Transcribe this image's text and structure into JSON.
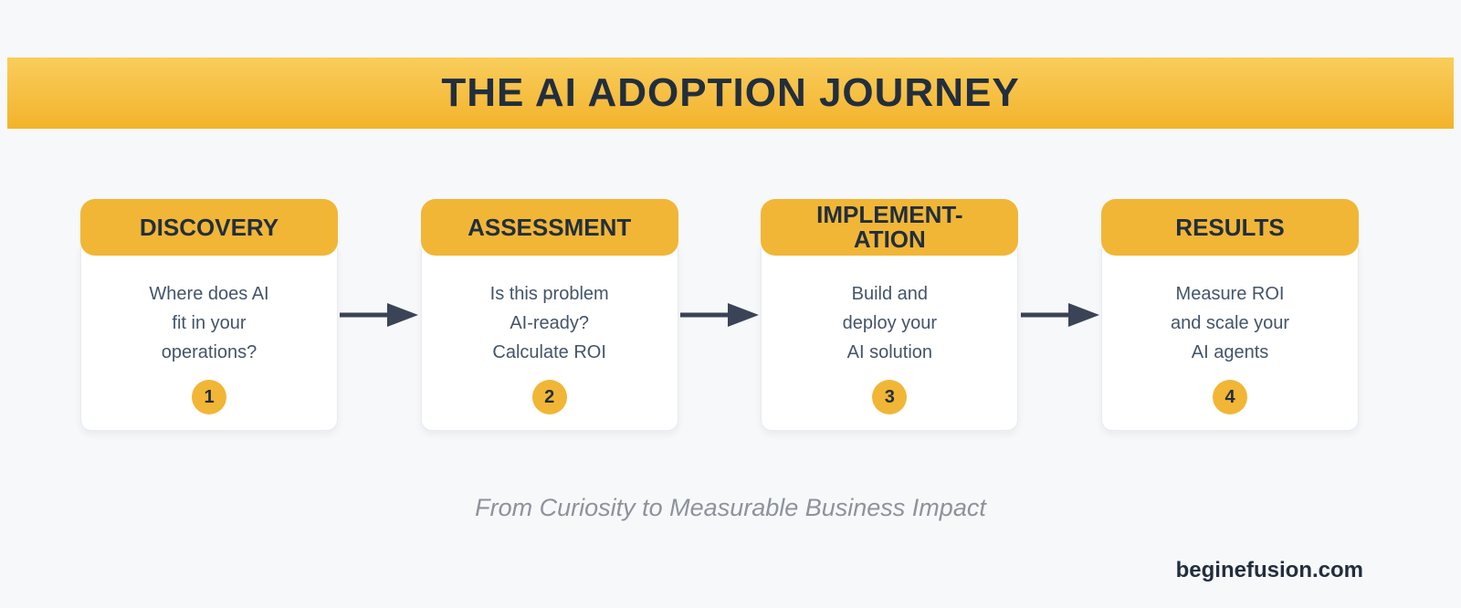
{
  "banner": {
    "title": "THE AI ADOPTION JOURNEY"
  },
  "steps": [
    {
      "number": "1",
      "title": "DISCOVERY",
      "lines": [
        "Where does AI",
        "fit in your",
        "operations?"
      ]
    },
    {
      "number": "2",
      "title": "ASSESSMENT",
      "lines": [
        "Is this problem",
        "AI-ready?",
        "Calculate ROI"
      ]
    },
    {
      "number": "3",
      "title": "IMPLEMENT-\nATION",
      "lines": [
        "Build and",
        "deploy your",
        "AI solution"
      ]
    },
    {
      "number": "4",
      "title": "RESULTS",
      "lines": [
        "Measure ROI",
        "and scale your",
        "AI agents"
      ]
    }
  ],
  "footer": {
    "tagline": "From Curiosity to Measurable Business Impact",
    "brand": "beginefusion.com"
  },
  "colors": {
    "page_bg": "#F7F8FA",
    "banner_top": "#F9CD5C",
    "banner_bottom": "#F3B32B",
    "accent_yellow": "#F1B636",
    "dark_navy": "#222E3E",
    "body_text": "#44546A",
    "arrow": "#3A4456",
    "tagline_gray": "#8D929B"
  }
}
